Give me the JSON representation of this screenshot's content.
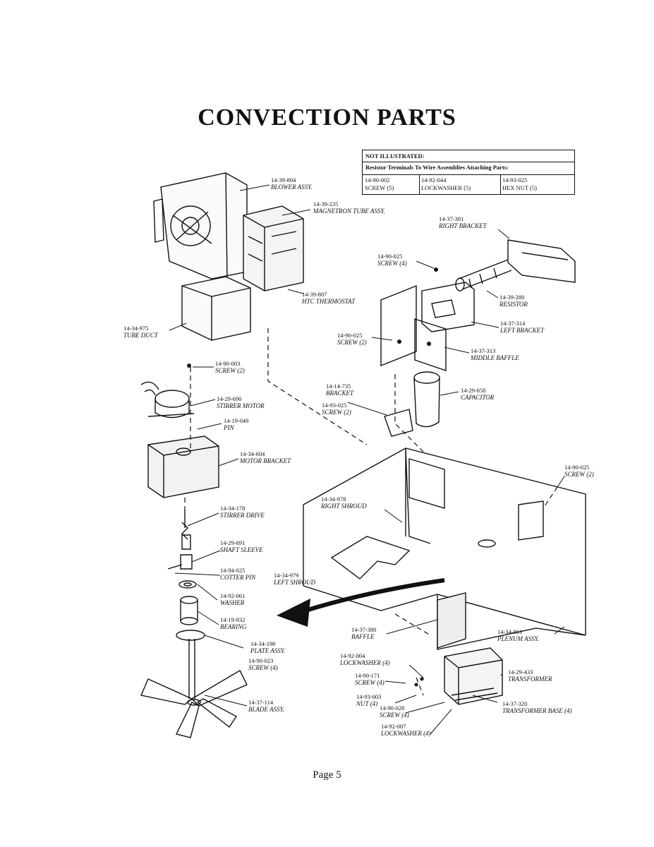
{
  "title": "CONVECTION PARTS",
  "not_illustrated": {
    "heading": "NOT ILLUSTRATED:",
    "subheading": "Resistor Terminals To Wire Assemblies Attaching Parts:",
    "items": [
      {
        "number": "14-90-002",
        "name": "SCREW (5)"
      },
      {
        "number": "14-92-044",
        "name": "LOCKWASHER (5)"
      },
      {
        "number": "14-93-025",
        "name": "HEX NUT (5)"
      }
    ]
  },
  "parts": [
    {
      "id": "blower",
      "number": "14-39-804",
      "name": "BLOWER ASSY."
    },
    {
      "id": "magnetron",
      "number": "14-39-235",
      "name": "MAGNETRON TUBE ASSY."
    },
    {
      "id": "right-bracket",
      "number": "14-37-381",
      "name": "RIGHT BRACKET"
    },
    {
      "id": "screw-4a",
      "number": "14-90-025",
      "name": "SCREW (4)"
    },
    {
      "id": "htc-thermostat",
      "number": "14-39-807",
      "name": "HTC THERMOSTAT"
    },
    {
      "id": "resistor",
      "number": "14-39-280",
      "name": "RESISTOR"
    },
    {
      "id": "tube-duct",
      "number": "14-34-975",
      "name": "TUBE DUCT"
    },
    {
      "id": "left-bracket",
      "number": "14-37-314",
      "name": "LEFT BRACKET"
    },
    {
      "id": "screw-2a",
      "number": "14-90-025",
      "name": "SCREW (2)"
    },
    {
      "id": "middle-baffle",
      "number": "14-37-313",
      "name": "MIDDLE BAFFLE"
    },
    {
      "id": "screw-2b",
      "number": "14-90-003",
      "name": "SCREW (2)"
    },
    {
      "id": "bracket",
      "number": "14-14-735",
      "name": "BRACKET"
    },
    {
      "id": "screw-2c",
      "number": "14-93-025",
      "name": "SCREW (2)"
    },
    {
      "id": "capacitor",
      "number": "14-29-658",
      "name": "CAPACITOR"
    },
    {
      "id": "stirrer-motor",
      "number": "14-29-690",
      "name": "STIRRER MOTOR"
    },
    {
      "id": "pin",
      "number": "14-19-049",
      "name": "PIN"
    },
    {
      "id": "motor-bracket",
      "number": "14-34-604",
      "name": "MOTOR BRACKET"
    },
    {
      "id": "screw-2d",
      "number": "14-90-025",
      "name": "SCREW (2)"
    },
    {
      "id": "right-shroud",
      "number": "14-34-978",
      "name": "RIGHT SHROUD"
    },
    {
      "id": "stirrer-drive",
      "number": "14-34-178",
      "name": "STIRRER DRIVE"
    },
    {
      "id": "shaft-sleeve",
      "number": "14-29-691",
      "name": "SHAFT SLEEVE"
    },
    {
      "id": "cotter-pin",
      "number": "14-94-025",
      "name": "COTTER PIN"
    },
    {
      "id": "left-shroud",
      "number": "14-34-979",
      "name": "LEFT SHROUD"
    },
    {
      "id": "washer",
      "number": "14-92-061",
      "name": "WASHER"
    },
    {
      "id": "bearing",
      "number": "14-19-932",
      "name": "BEARING"
    },
    {
      "id": "baffle",
      "number": "14-37-380",
      "name": "BAFFLE"
    },
    {
      "id": "plenum",
      "number": "14-34-861",
      "name": "PLENUM ASSY."
    },
    {
      "id": "plate-assy",
      "number": "14-34-198",
      "name": "PLATE ASSY."
    },
    {
      "id": "screw-4b",
      "number": "14-90-023",
      "name": "SCREW (4)"
    },
    {
      "id": "lockwasher-4a",
      "number": "14-92-004",
      "name": "LOCKWASHER (4)"
    },
    {
      "id": "transformer",
      "number": "14-29-433",
      "name": "TRANSFORMER"
    },
    {
      "id": "screw-4c",
      "number": "14-90-171",
      "name": "SCREW (4)"
    },
    {
      "id": "nut-4",
      "number": "14-93-003",
      "name": "NUT (4)"
    },
    {
      "id": "transformer-base",
      "number": "14-37-320",
      "name": "TRANSFORMER BASE (4)"
    },
    {
      "id": "screw-4d",
      "number": "14-90-028",
      "name": "SCREW (4)"
    },
    {
      "id": "blade-assy",
      "number": "14-37-114",
      "name": "BLADE ASSY."
    },
    {
      "id": "lockwasher-4b",
      "number": "14-92-007",
      "name": "LOCKWASHER (4)"
    }
  ],
  "page_label": "Page 5"
}
